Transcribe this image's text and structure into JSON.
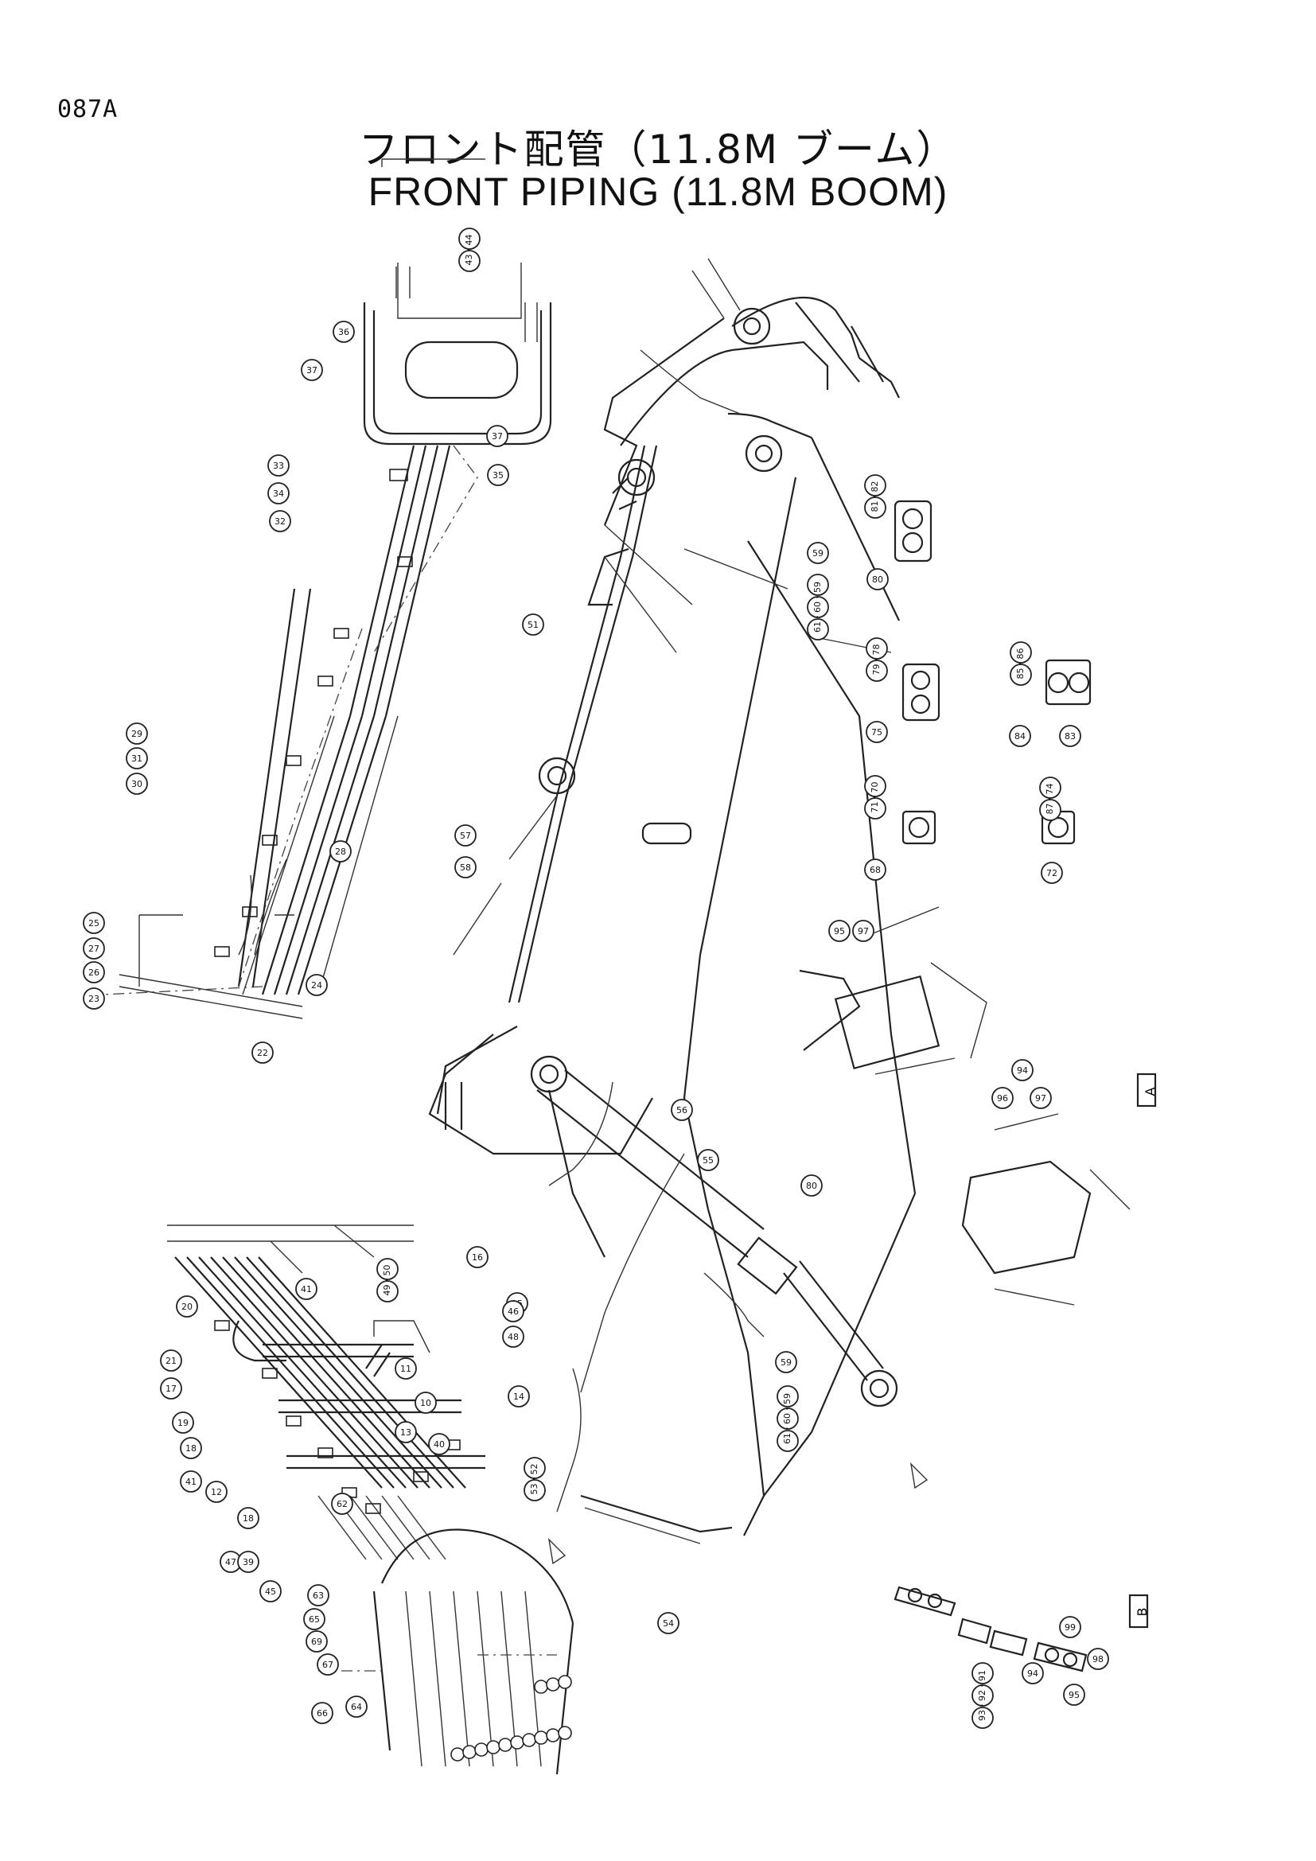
{
  "header": {
    "page_code": "087A",
    "title_jp": "フロント配管（11.8M ブーム）",
    "title_en": "FRONT PIPING (11.8M BOOM)"
  },
  "views": {
    "a": "A",
    "b": "B"
  },
  "callouts": [
    {
      "id": "c-36",
      "label": "36"
    },
    {
      "id": "c-37a",
      "label": "37"
    },
    {
      "id": "c-33",
      "label": "33"
    },
    {
      "id": "c-34",
      "label": "34"
    },
    {
      "id": "c-32a",
      "label": "32"
    },
    {
      "id": "c-29",
      "label": "29"
    },
    {
      "id": "c-31",
      "label": "31"
    },
    {
      "id": "c-30",
      "label": "30"
    },
    {
      "id": "c-25",
      "label": "25"
    },
    {
      "id": "c-27",
      "label": "27"
    },
    {
      "id": "c-26",
      "label": "26"
    },
    {
      "id": "c-23",
      "label": "23"
    },
    {
      "id": "c-22",
      "label": "22"
    },
    {
      "id": "c-24",
      "label": "24"
    },
    {
      "id": "c-28",
      "label": "28"
    },
    {
      "id": "c-35",
      "label": "35"
    },
    {
      "id": "c-37b",
      "label": "37"
    },
    {
      "id": "c-43-44",
      "label": "43・44"
    },
    {
      "id": "c-51",
      "label": "51"
    },
    {
      "id": "c-57",
      "label": "57"
    },
    {
      "id": "c-58",
      "label": "58"
    },
    {
      "id": "c-59a",
      "label": "59"
    },
    {
      "id": "c-61-60-59a",
      "label": "61・60・59"
    },
    {
      "id": "c-80a",
      "label": "80"
    },
    {
      "id": "c-81-82",
      "label": "81・82"
    },
    {
      "id": "c-75",
      "label": "75"
    },
    {
      "id": "c-79-78",
      "label": "79・78"
    },
    {
      "id": "c-84",
      "label": "84"
    },
    {
      "id": "c-83",
      "label": "83"
    },
    {
      "id": "c-85-86",
      "label": "85・86"
    },
    {
      "id": "c-68",
      "label": "68"
    },
    {
      "id": "c-71-70",
      "label": "71・70"
    },
    {
      "id": "c-72",
      "label": "72"
    },
    {
      "id": "c-87-74",
      "label": "87・74"
    },
    {
      "id": "c-95a",
      "label": "95"
    },
    {
      "id": "c-97a",
      "label": "97"
    },
    {
      "id": "c-96",
      "label": "96"
    },
    {
      "id": "c-94a",
      "label": "94"
    },
    {
      "id": "c-97b",
      "label": "97"
    },
    {
      "id": "c-56",
      "label": "56"
    },
    {
      "id": "c-55",
      "label": "55"
    },
    {
      "id": "c-80b",
      "label": "80"
    },
    {
      "id": "c-16",
      "label": "16"
    },
    {
      "id": "c-15",
      "label": "15"
    },
    {
      "id": "c-14",
      "label": "14"
    },
    {
      "id": "c-46",
      "label": "46"
    },
    {
      "id": "c-48",
      "label": "48"
    },
    {
      "id": "c-54",
      "label": "54"
    },
    {
      "id": "c-59b",
      "label": "59"
    },
    {
      "id": "c-61-60-59b",
      "label": "61・60・59"
    },
    {
      "id": "c-53-52",
      "label": "53・52"
    },
    {
      "id": "c-49-50",
      "label": "49・50"
    },
    {
      "id": "c-41a",
      "label": "41"
    },
    {
      "id": "c-20",
      "label": "20"
    },
    {
      "id": "c-21",
      "label": "21"
    },
    {
      "id": "c-17",
      "label": "17"
    },
    {
      "id": "c-19",
      "label": "19"
    },
    {
      "id": "c-18a",
      "label": "18"
    },
    {
      "id": "c-41b",
      "label": "41"
    },
    {
      "id": "c-12",
      "label": "12"
    },
    {
      "id": "c-18b",
      "label": "18"
    },
    {
      "id": "c-47",
      "label": "47"
    },
    {
      "id": "c-39",
      "label": "39"
    },
    {
      "id": "c-45",
      "label": "45"
    },
    {
      "id": "c-63",
      "label": "63"
    },
    {
      "id": "c-65",
      "label": "65"
    },
    {
      "id": "c-69",
      "label": "69"
    },
    {
      "id": "c-67",
      "label": "67"
    },
    {
      "id": "c-66",
      "label": "66"
    },
    {
      "id": "c-64",
      "label": "64"
    },
    {
      "id": "c-62",
      "label": "62"
    },
    {
      "id": "c-11",
      "label": "11"
    },
    {
      "id": "c-10",
      "label": "10"
    },
    {
      "id": "c-13",
      "label": "13"
    },
    {
      "id": "c-40",
      "label": "40"
    },
    {
      "id": "c-98",
      "label": "98"
    },
    {
      "id": "c-99",
      "label": "99"
    },
    {
      "id": "c-94b",
      "label": "94"
    },
    {
      "id": "c-95b",
      "label": "95"
    },
    {
      "id": "c-93-92-91",
      "label": "93・92・91"
    }
  ]
}
